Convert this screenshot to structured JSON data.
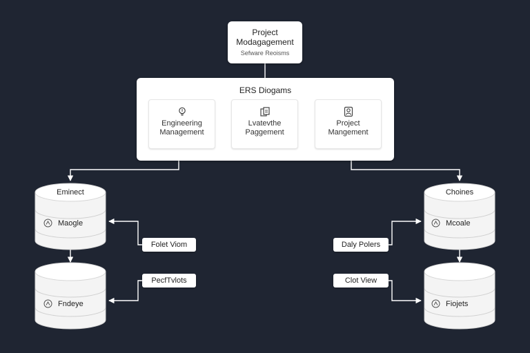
{
  "root": {
    "title_line1": "Project",
    "title_line2": "Modagagement",
    "subtitle": "Sefware Reoisms"
  },
  "group": {
    "title": "ERS Diogams",
    "items": [
      {
        "line1": "Engineering",
        "line2": "Management",
        "icon": "lightbulb-icon"
      },
      {
        "line1": "Lvatevthe",
        "line2": "Paggement",
        "icon": "document-stack-icon"
      },
      {
        "line1": "Project",
        "line2": "Mangement",
        "icon": "person-icon"
      }
    ]
  },
  "left": {
    "db1": {
      "title": "Eminect",
      "row": "Maogle"
    },
    "db2": {
      "title": "",
      "row": "Fndeye"
    },
    "label1": "Folet Viom",
    "label2": "PecfTvlots"
  },
  "right": {
    "db1": {
      "title": "Choines",
      "row": "Mcoale"
    },
    "db2": {
      "title": "",
      "row": "Fiojets"
    },
    "label1": "Daly Polers",
    "label2": "Clot View"
  },
  "colors": {
    "background": "#1f2532",
    "line": "#ffffff",
    "card": "#ffffff"
  }
}
